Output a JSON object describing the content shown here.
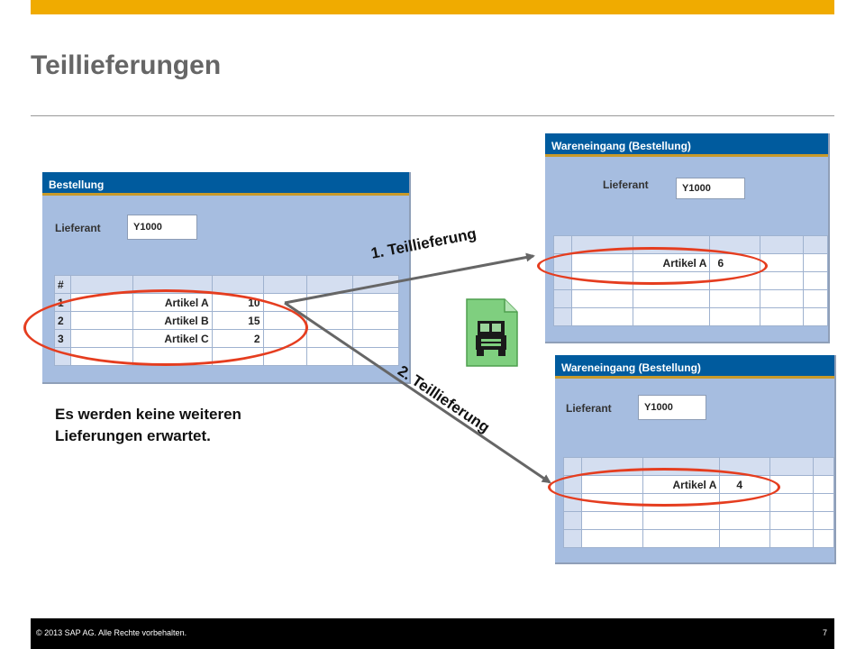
{
  "slide": {
    "title": "Teillieferungen",
    "note_line1": "Es werden keine weiteren",
    "note_line2": "Lieferungen erwartet."
  },
  "order": {
    "header": "Bestellung",
    "vendor_label": "Lieferant",
    "vendor_value": "Y1000",
    "column_hash": "#",
    "rows": [
      {
        "num": "1",
        "item": "Artikel A",
        "qty": "10"
      },
      {
        "num": "2",
        "item": "Artikel B",
        "qty": "15"
      },
      {
        "num": "3",
        "item": "Artikel C",
        "qty": "2"
      }
    ]
  },
  "receipt1": {
    "header": "Wareneingang (Bestellung)",
    "vendor_label": "Lieferant",
    "vendor_value": "Y1000",
    "row": {
      "item": "Artikel A",
      "qty": "6"
    }
  },
  "receipt2": {
    "header": "Wareneingang (Bestellung)",
    "vendor_label": "Lieferant",
    "vendor_value": "Y1000",
    "row": {
      "item": "Artikel A",
      "qty": "4"
    }
  },
  "arrows": {
    "first": "1. Teillieferung",
    "second": "2. Teillieferung"
  },
  "icons": {
    "delivery": "truck-document-icon"
  },
  "colors": {
    "accent_bar": "#f0ab00",
    "header_blue": "#005b9e",
    "highlight_ring": "#e53d1f"
  },
  "footer": {
    "copyright": "© 2013 SAP AG. Alle Rechte vorbehalten.",
    "page_number": "7"
  }
}
